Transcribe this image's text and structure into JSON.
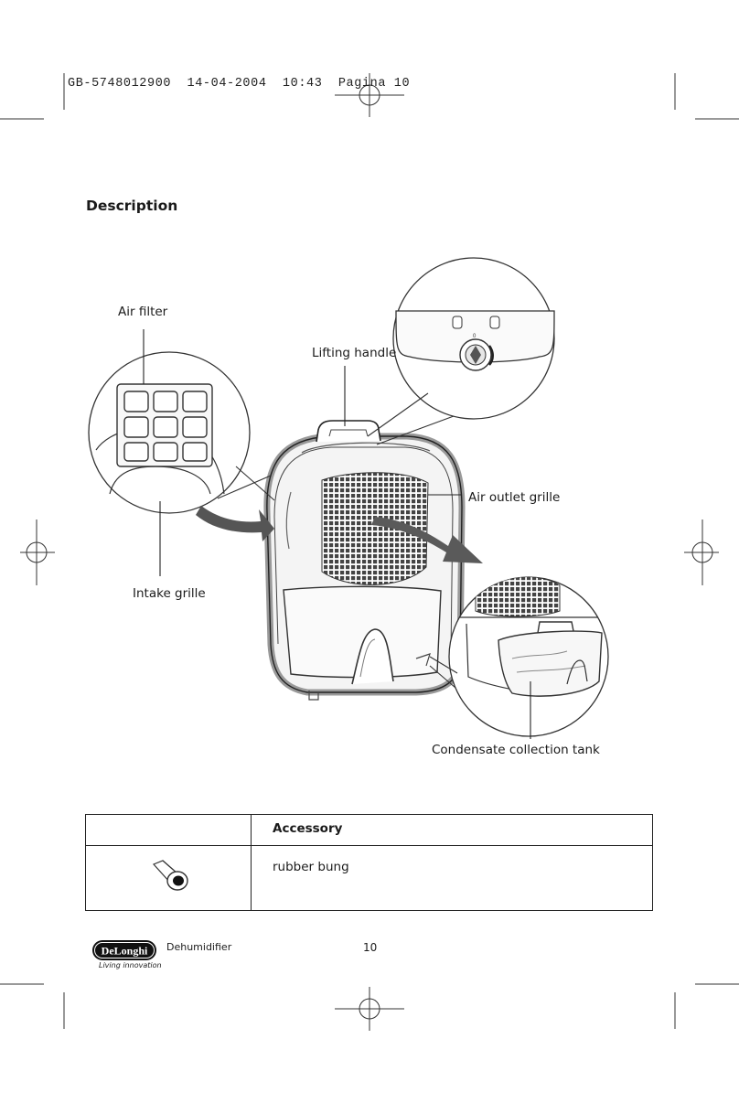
{
  "header": {
    "slug": "GB-5748012900  14-04-2004  10:43  Pagina 10"
  },
  "page": {
    "title": "Description"
  },
  "figure": {
    "labels": {
      "air_filter": "Air  filter",
      "lifting_handle": "Lifting handle",
      "air_outlet_grille": "Air outlet grille",
      "intake_grille": "Intake grille",
      "condensate_tank": "Condensate collection tank"
    },
    "panel_zero": "0"
  },
  "table": {
    "header": "Accessory",
    "items": [
      {
        "name": "rubber bung",
        "icon": "rubber-bung-icon"
      }
    ]
  },
  "footer": {
    "brand": "DeLonghi",
    "tagline": "Living innovation",
    "product": "Dehumidifier",
    "page_number": "10"
  }
}
